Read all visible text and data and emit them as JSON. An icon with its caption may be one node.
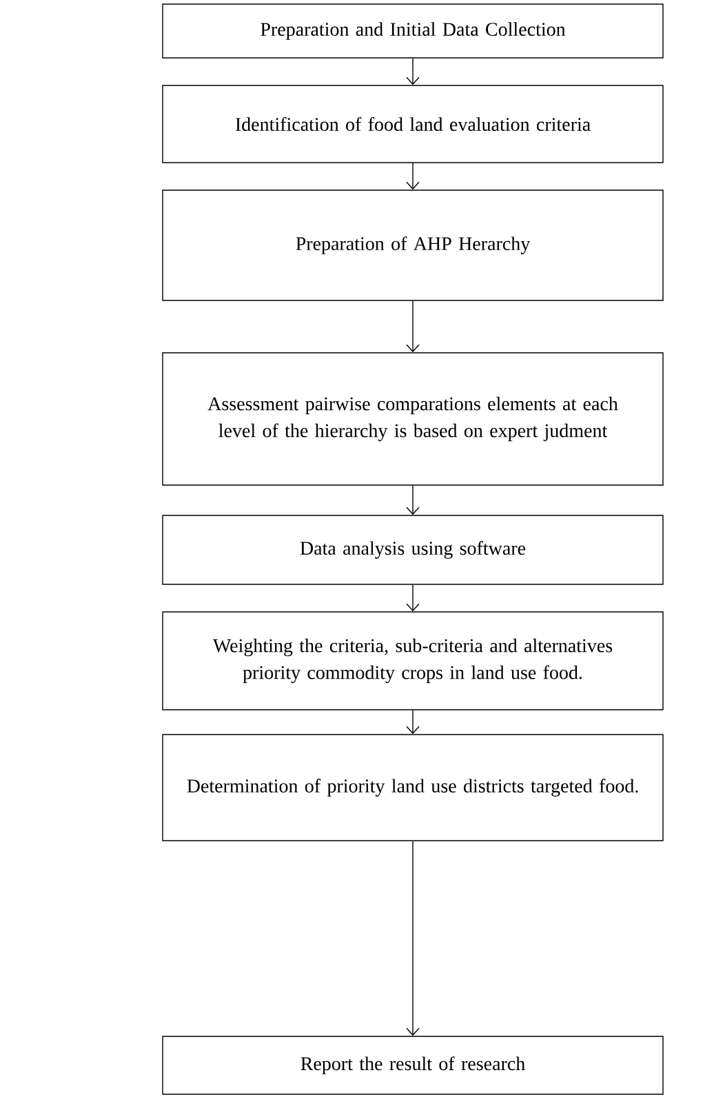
{
  "diagram": {
    "nodes": [
      {
        "text": [
          "Preparation and Initial Data Collection"
        ]
      },
      {
        "text": [
          "Identification of food land evaluation criteria"
        ]
      },
      {
        "text": [
          "Preparation of AHP Herarchy"
        ]
      },
      {
        "text": [
          "Assessment pairwise comparations elements at each level of the hierarchy is based on expert judment"
        ]
      },
      {
        "text": [
          "Data analysis using software"
        ]
      },
      {
        "text": [
          "Weighting the criteria, sub-criteria and alternatives priority commodity crops in land use food."
        ]
      },
      {
        "text": [
          "Determination of priority land use districts targeted food."
        ]
      },
      {
        "text": [
          "Report the result of research"
        ]
      }
    ],
    "edges": [
      {
        "from": 0,
        "to": 1,
        "arrow": "to"
      },
      {
        "from": 1,
        "to": 2,
        "arrow": "to"
      },
      {
        "from": 2,
        "to": 3,
        "arrow": "to"
      },
      {
        "from": 3,
        "to": 4,
        "arrow": "to"
      },
      {
        "from": 4,
        "to": 5,
        "arrow": "to"
      },
      {
        "from": 5,
        "to": 6,
        "arrow": "to"
      },
      {
        "from": 6,
        "to": 7,
        "arrow": "to"
      }
    ]
  }
}
